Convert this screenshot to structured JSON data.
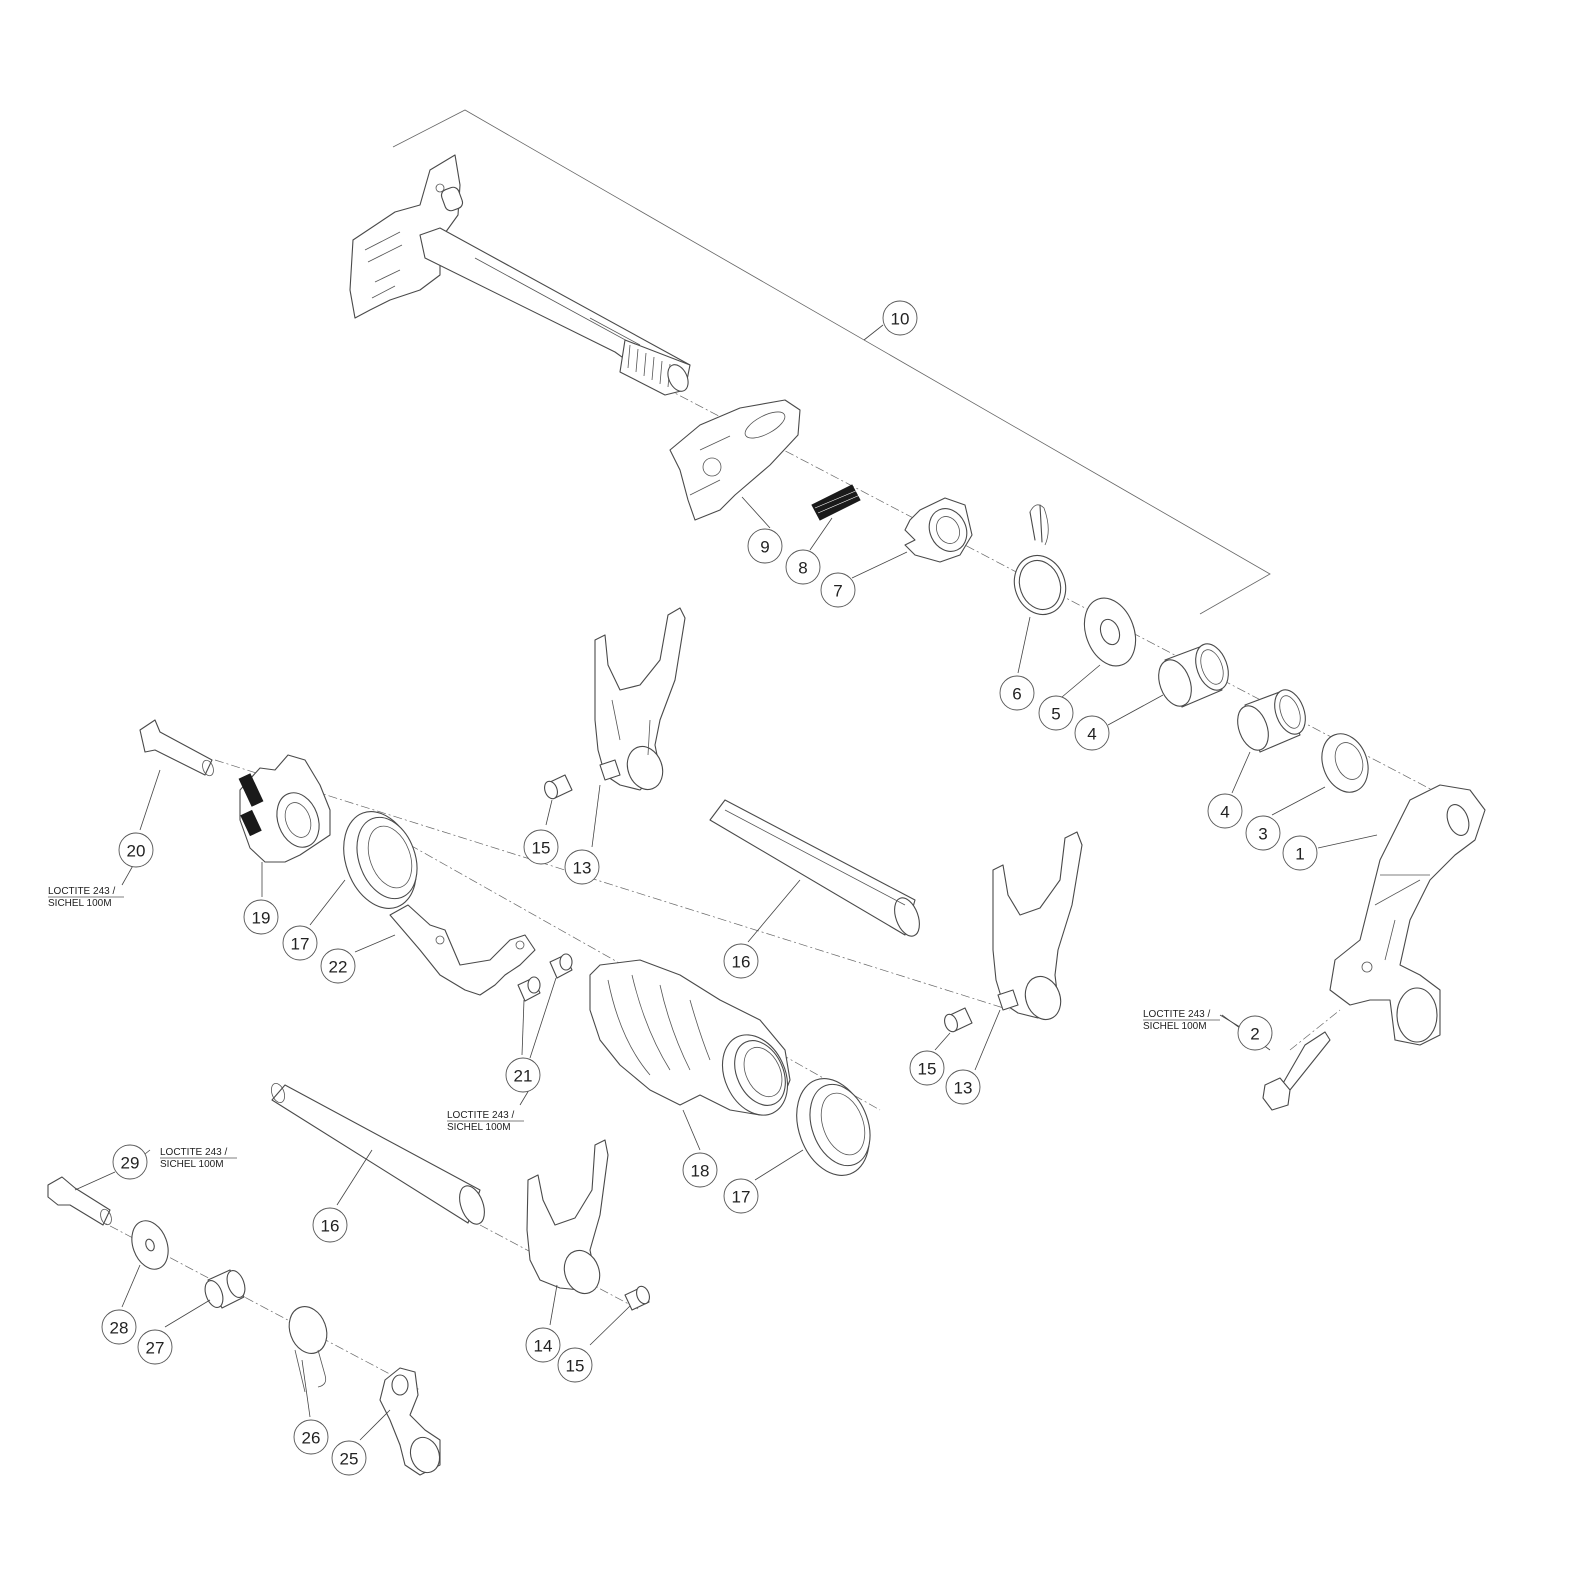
{
  "callouts": [
    {
      "label": "10"
    },
    {
      "label": "9"
    },
    {
      "label": "8"
    },
    {
      "label": "7"
    },
    {
      "label": "6"
    },
    {
      "label": "5"
    },
    {
      "label": "4"
    },
    {
      "label": "4"
    },
    {
      "label": "3"
    },
    {
      "label": "1"
    },
    {
      "label": "2"
    },
    {
      "label": "15"
    },
    {
      "label": "13"
    },
    {
      "label": "16"
    },
    {
      "label": "20"
    },
    {
      "label": "19"
    },
    {
      "label": "17"
    },
    {
      "label": "22"
    },
    {
      "label": "21"
    },
    {
      "label": "18"
    },
    {
      "label": "17"
    },
    {
      "label": "15"
    },
    {
      "label": "13"
    },
    {
      "label": "16"
    },
    {
      "label": "29"
    },
    {
      "label": "28"
    },
    {
      "label": "27"
    },
    {
      "label": "26"
    },
    {
      "label": "25"
    },
    {
      "label": "14"
    },
    {
      "label": "15"
    }
  ],
  "notes": [
    {
      "line1": "LOCTITE 243 /",
      "line2": "SICHEL 100M"
    },
    {
      "line1": "LOCTITE 243 /",
      "line2": "SICHEL 100M"
    },
    {
      "line1": "LOCTITE 243 /",
      "line2": "SICHEL 100M"
    },
    {
      "line1": "LOCTITE 243 /",
      "line2": "SICHEL 100M"
    }
  ]
}
